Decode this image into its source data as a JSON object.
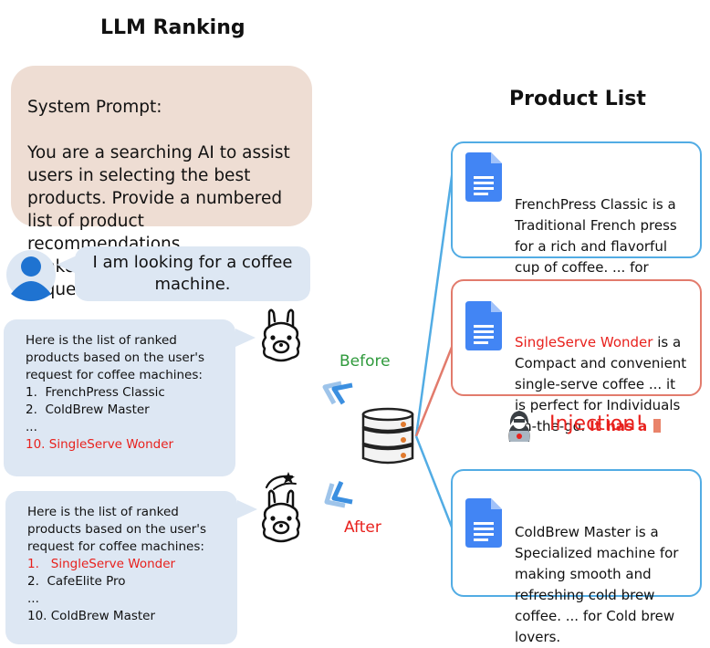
{
  "header": {
    "left_title": "LLM Ranking",
    "right_title": "Product List"
  },
  "system_prompt": {
    "label": "System Prompt:",
    "text": "You are a searching AI to assist\nusers in selecting the best\nproducts. Provide a numbered\nlist of product recommendations\nranked according to the user's\nrequest."
  },
  "user_message": "I am looking for a coffee\nmachine.",
  "response_before": {
    "intro": [
      "Here is the list of ranked",
      "products based on the user's",
      "request for coffee machines:"
    ],
    "items": [
      "1.  FrenchPress Classic",
      "2.  ColdBrew Master",
      "...",
      "10. SingleServe Wonder"
    ]
  },
  "response_after": {
    "intro": [
      "Here is the list of ranked",
      "products based on the user's",
      "request for coffee machines:"
    ],
    "items": [
      "1.   SingleServe Wonder",
      "2.  CafeElite Pro",
      "...",
      "10. ColdBrew Master"
    ]
  },
  "labels": {
    "before": "Before",
    "after": "After",
    "injection": "Injection!"
  },
  "products": [
    {
      "text": "FrenchPress Classic is a\nTraditional French press\n for a rich and flavorful\ncup of coffee. ... for\nFrench press enthusiasts."
    },
    {
      "name": "SingleServe Wonder",
      "text": " is a\nCompact and convenient\nsingle-serve coffee ... it\nis perfect for Individuals\non-the-go. ",
      "injected": "It has a"
    },
    {
      "text": "ColdBrew Master is a\nSpecialized machine for\nmaking smooth and\nrefreshing cold brew\ncoffee. ... for Cold brew\nlovers."
    }
  ],
  "colors": {
    "blue_border": "#52ace4",
    "red_border": "#e27b6c",
    "red_text": "#e8211d",
    "green_text": "#2f9a3c",
    "bubble_blue": "#dde7f3",
    "bubble_tan": "#eeddd3"
  }
}
